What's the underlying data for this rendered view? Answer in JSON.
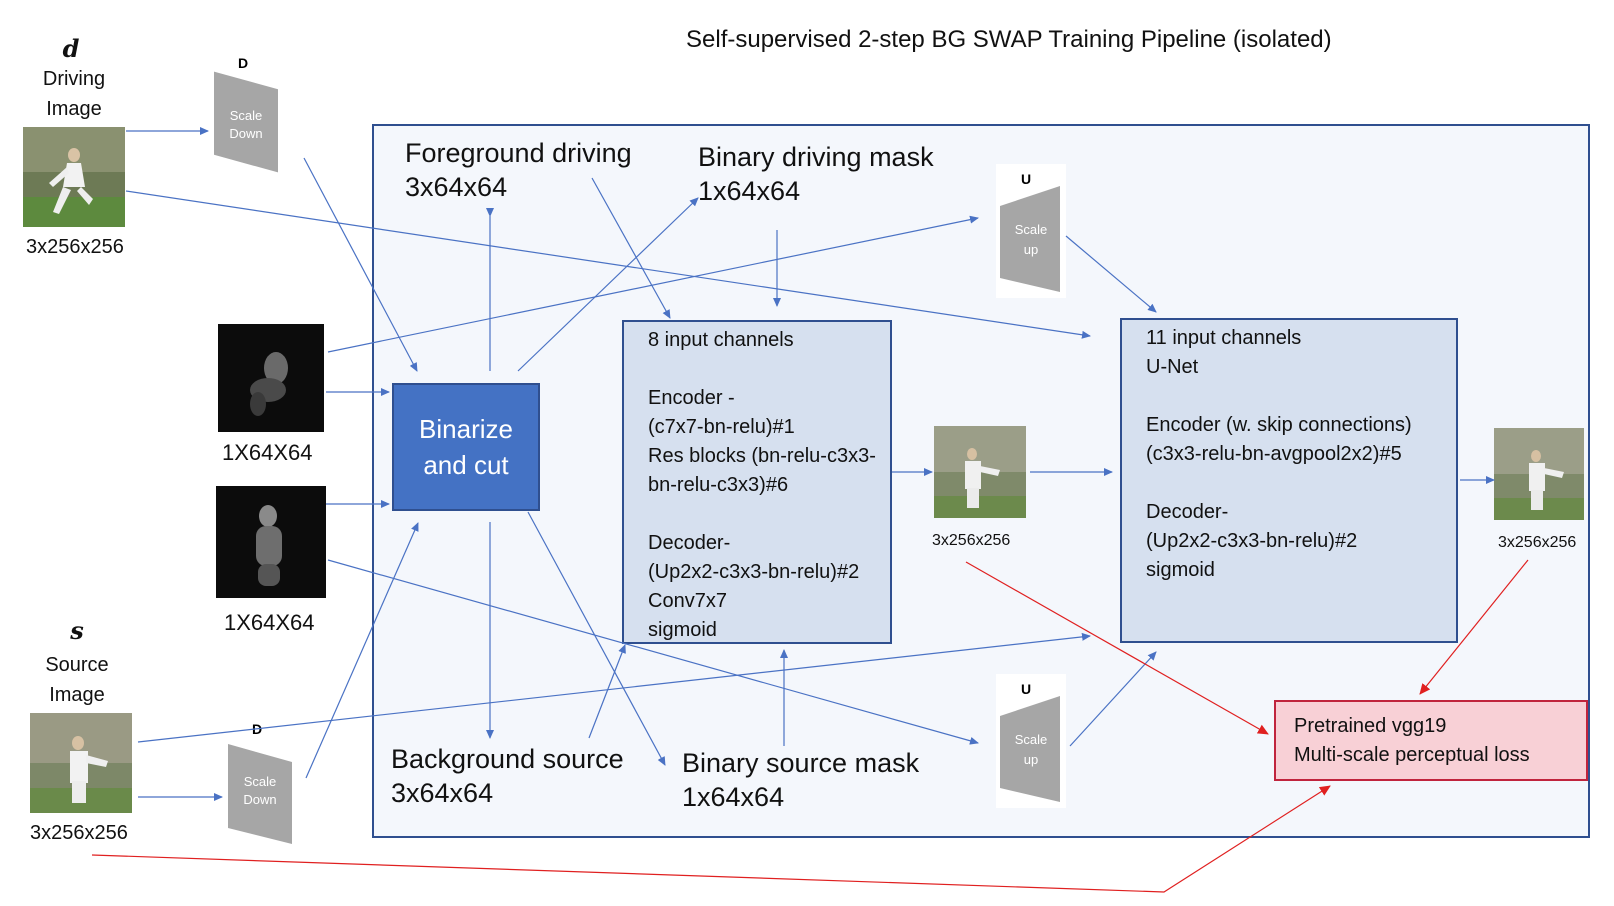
{
  "title": "Self-supervised 2-step BG SWAP Training Pipeline (isolated)",
  "driving": {
    "symbol": "d",
    "label_line1": "Driving",
    "label_line2": "Image",
    "size": "3x256x256"
  },
  "source": {
    "symbol": "s",
    "label_line1": "Source",
    "label_line2": "Image",
    "size": "3x256x256"
  },
  "mask_driving_size": "1X64X64",
  "mask_source_size": "1X64X64",
  "scale_down": {
    "letter": "D",
    "line1": "Scale",
    "line2": "Down"
  },
  "scale_up": {
    "letter": "U",
    "line1": "Scale",
    "line2": "up"
  },
  "fg_driving": {
    "line1": "Foreground  driving",
    "line2": "3x64x64"
  },
  "binary_driving_mask": {
    "line1": "Binary driving mask",
    "line2": "1x64x64"
  },
  "bg_source": {
    "line1": "Background source",
    "line2": "3x64x64"
  },
  "binary_source_mask": {
    "line1": "Binary source mask",
    "line2": "1x64x64"
  },
  "binarize": {
    "line1": "Binarize",
    "line2": "and cut"
  },
  "net1_text": "8 input channels\n\nEncoder -\n(c7x7-bn-relu)#1\nRes blocks (bn-relu-c3x3-\nbn-relu-c3x3)#6\n\nDecoder-\n(Up2x2-c3x3-bn-relu)#2\nConv7x7\nsigmoid",
  "net2_text": "11 input channels\nU-Net\n\nEncoder (w. skip connections)\n(c3x3-relu-bn-avgpool2x2)#5\n\nDecoder-\n(Up2x2-c3x3-bn-relu)#2\nsigmoid",
  "mid_output_size": "3x256x256",
  "final_output_size": "3x256x256",
  "loss": {
    "line1": "Pretrained vgg19",
    "line2": "Multi-scale perceptual loss"
  },
  "colors": {
    "arrow_blue": "#4a72c4",
    "arrow_red": "#e02020",
    "panel_border": "#2f4f8f",
    "net_fill": "#d6e0ef",
    "binarize_fill": "#4472c4",
    "loss_fill": "#f8d0d6",
    "trapezoid": "#a6a6a6"
  },
  "icons": [
    "driving-photo-icon",
    "source-photo-icon",
    "mask-icon",
    "output-photo-icon"
  ]
}
